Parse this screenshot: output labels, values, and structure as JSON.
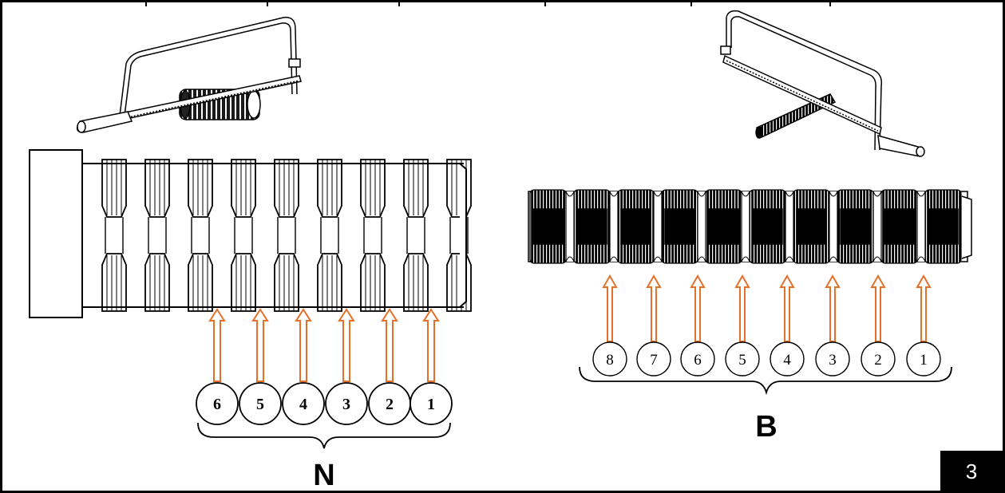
{
  "colors": {
    "line": "#000000",
    "arrow": "#e5702a",
    "background": "#ffffff",
    "badge": "#000000",
    "badge_text": "#ffffff"
  },
  "left": {
    "label": "N",
    "markers": [
      "6",
      "5",
      "4",
      "3",
      "2",
      "1"
    ]
  },
  "right": {
    "label": "B",
    "markers": [
      "8",
      "7",
      "6",
      "5",
      "4",
      "3",
      "2",
      "1"
    ]
  },
  "page_number": "3",
  "icons": [
    "hacksaw-icon",
    "threaded-rod-icon",
    "arrow-up-icon"
  ]
}
